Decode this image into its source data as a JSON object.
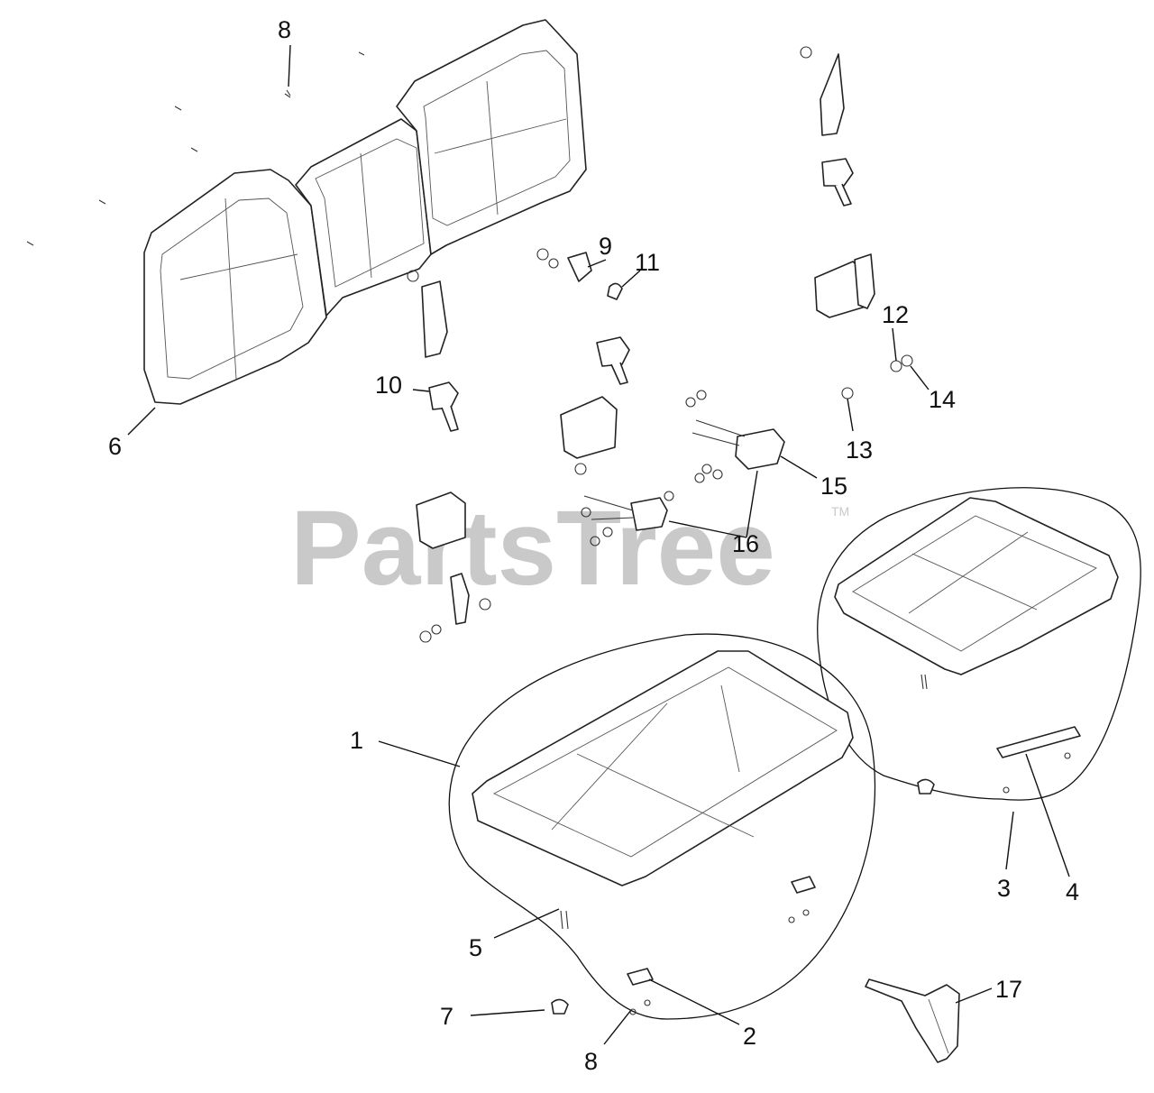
{
  "watermark": {
    "text": "PartsTree",
    "trademark": "TM"
  },
  "callouts": [
    {
      "id": "c1",
      "label": "1"
    },
    {
      "id": "c2",
      "label": "2"
    },
    {
      "id": "c3",
      "label": "3"
    },
    {
      "id": "c4",
      "label": "4"
    },
    {
      "id": "c5",
      "label": "5"
    },
    {
      "id": "c6",
      "label": "6"
    },
    {
      "id": "c7",
      "label": "7"
    },
    {
      "id": "c8a",
      "label": "8"
    },
    {
      "id": "c8b",
      "label": "8"
    },
    {
      "id": "c9",
      "label": "9"
    },
    {
      "id": "c10",
      "label": "10"
    },
    {
      "id": "c11",
      "label": "11"
    },
    {
      "id": "c12",
      "label": "12"
    },
    {
      "id": "c13",
      "label": "13"
    },
    {
      "id": "c14",
      "label": "14"
    },
    {
      "id": "c15",
      "label": "15"
    },
    {
      "id": "c16",
      "label": "16"
    },
    {
      "id": "c17",
      "label": "17"
    }
  ]
}
